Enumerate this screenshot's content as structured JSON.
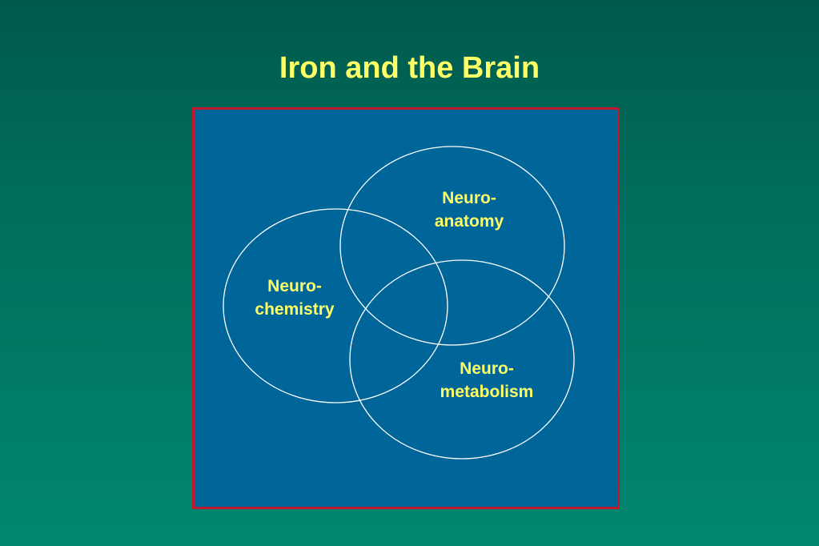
{
  "slide": {
    "title": "Iron and the Brain"
  },
  "diagram": {
    "type": "venn",
    "frame_border_color": "#c0182a",
    "frame_fill_color": "#006699",
    "circle_stroke_color": "#ffffff",
    "label_color": "#ffff66",
    "sets": [
      {
        "line1": "Neuro-",
        "line2": "anatomy"
      },
      {
        "line1": "Neuro-",
        "line2": "chemistry"
      },
      {
        "line1": "Neuro-",
        "line2": "metabolism"
      }
    ]
  }
}
